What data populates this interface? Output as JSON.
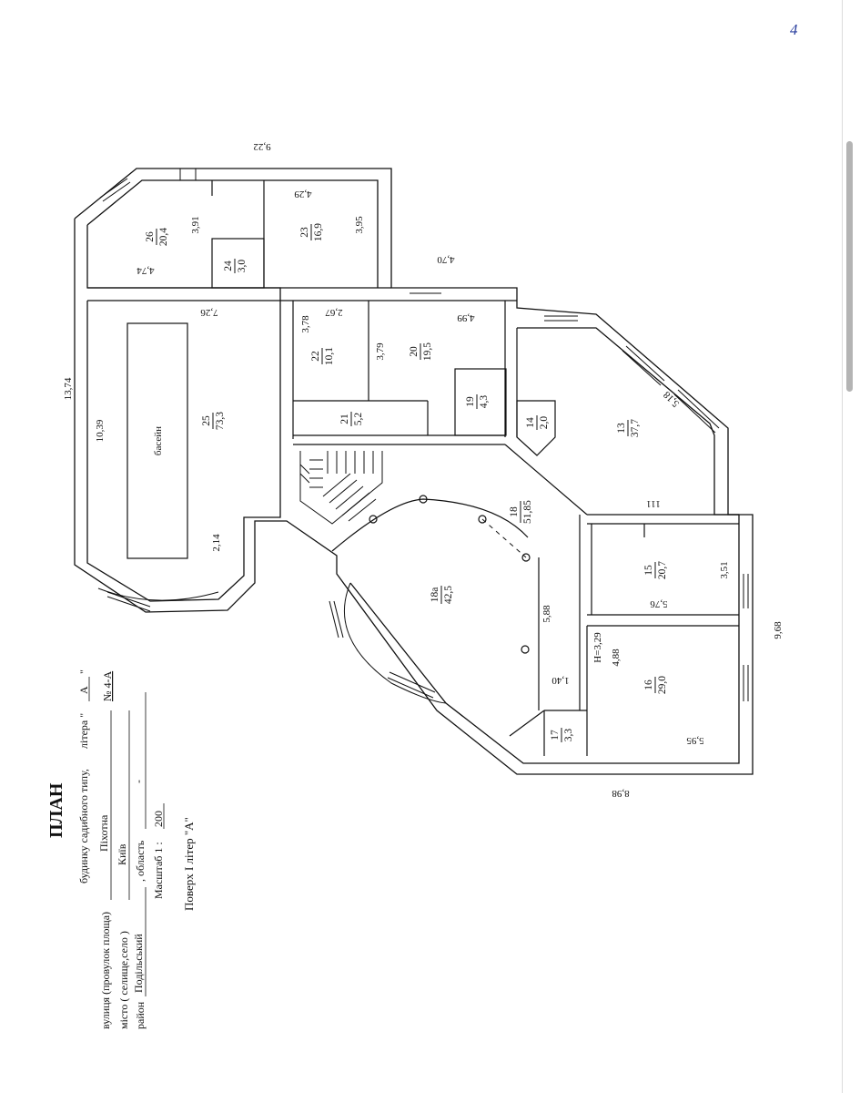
{
  "page_number": "4",
  "legend": {
    "title": "ПЛАН",
    "subtitle": "будинку садибного типу,",
    "litera_label": "літера \"",
    "litera_value": "А",
    "litera_close": "\"",
    "street_label": "вулиця (провулок площа)",
    "street_value": "Піхотна",
    "number_value": "№ 4-А",
    "city_label": "місто ( селище,село )",
    "city_value": "Київ",
    "oblast_label": ", область",
    "oblast_value": "-",
    "district_label": "район",
    "district_value": "Подільський",
    "scale_label": "Масштаб 1 :",
    "scale_value": "200",
    "floor_label": "Поверх І літер \"А\""
  },
  "rooms": [
    {
      "id": "26",
      "area": "20,4"
    },
    {
      "id": "24",
      "area": "3,0"
    },
    {
      "id": "23",
      "area": "16,9"
    },
    {
      "id": "25",
      "area": "73,3"
    },
    {
      "id": "22",
      "area": "10,1"
    },
    {
      "id": "20",
      "area": "19,5"
    },
    {
      "id": "19",
      "area": "4,3"
    },
    {
      "id": "21",
      "area": "5,2"
    },
    {
      "id": "14",
      "area": "2,0"
    },
    {
      "id": "13",
      "area": "37,7"
    },
    {
      "id": "18",
      "area": "51,85"
    },
    {
      "id": "18а",
      "area": "42,5"
    },
    {
      "id": "15",
      "area": "20,7"
    },
    {
      "id": "16",
      "area": "29,0"
    },
    {
      "id": "17",
      "area": "3,3"
    }
  ],
  "pool_label": "басейн",
  "dimensions": [
    "9,22",
    "4,29",
    "3,91",
    "3,95",
    "4,74",
    "4,70",
    "13,74",
    "7,26",
    "3,78",
    "2,67",
    "4,99",
    "3,79",
    "10,39",
    "2,14",
    "5,18",
    "111",
    "5,88",
    "5,76",
    "3,51",
    "9,68",
    "1,40",
    "Н=3,29",
    "4,88",
    "5,95",
    "8,98"
  ]
}
